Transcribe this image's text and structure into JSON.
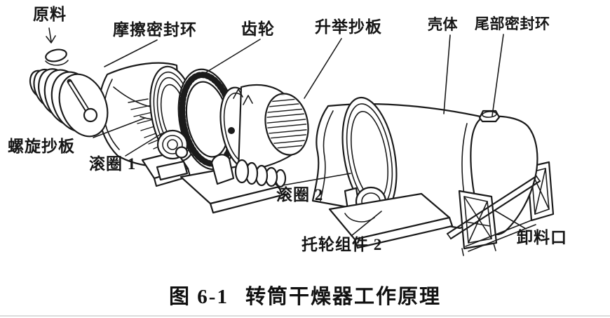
{
  "figure": {
    "caption": {
      "number": "图 6-1",
      "title": "转筒干燥器工作原理"
    },
    "labels": {
      "raw_material": "原料",
      "friction_seal_ring": "摩擦密封环",
      "gear": "齿轮",
      "lifting_flights": "升举抄板",
      "shell": "壳体",
      "tail_seal_ring": "尾部密封环",
      "spiral_flights": "螺旋抄板",
      "rolling_ring_1": "滚圈 1",
      "rolling_ring_2": "滚圈 2",
      "roller_assembly_2": "托轮组件 2",
      "discharge_port": "卸料口"
    },
    "colors": {
      "ink": "#1b1b1b",
      "background": "#ffffff",
      "page_rule": "#dcdcdc"
    }
  }
}
